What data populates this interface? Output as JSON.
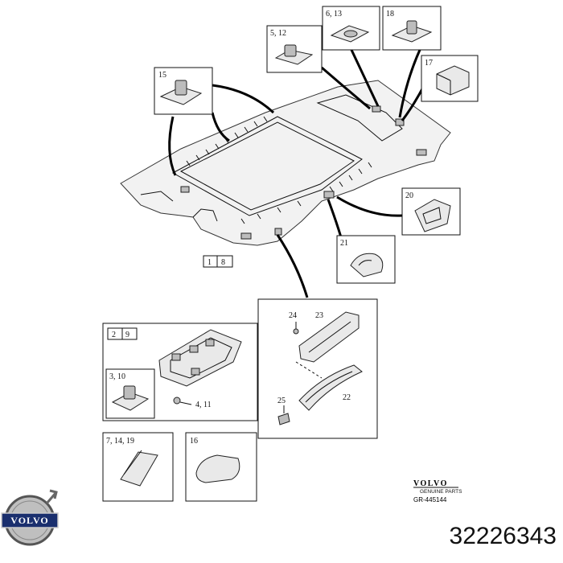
{
  "callouts": {
    "c_5_12": "5, 12",
    "c_6_13": "6, 13",
    "c_18": "18",
    "c_17": "17",
    "c_15": "15",
    "c_20": "20",
    "c_21": "21",
    "c_1": "1",
    "c_8": "8",
    "c_2": "2",
    "c_9": "9",
    "c_3_10": "3, 10",
    "c_4_11": "4, 11",
    "c_24": "24",
    "c_23": "23",
    "c_25": "25",
    "c_22": "22",
    "c_7_14_19": "7, 14, 19",
    "c_16": "16"
  },
  "logo": {
    "brand_text": "VOLVO",
    "subtext": "GENUINE PARTS",
    "ref_code": "GR-445144"
  },
  "emblem": {
    "text": "VOLVO"
  },
  "part_number": "32226343",
  "colors": {
    "ink": "#111111",
    "fill": "#e9e9e9",
    "background": "#ffffff"
  }
}
